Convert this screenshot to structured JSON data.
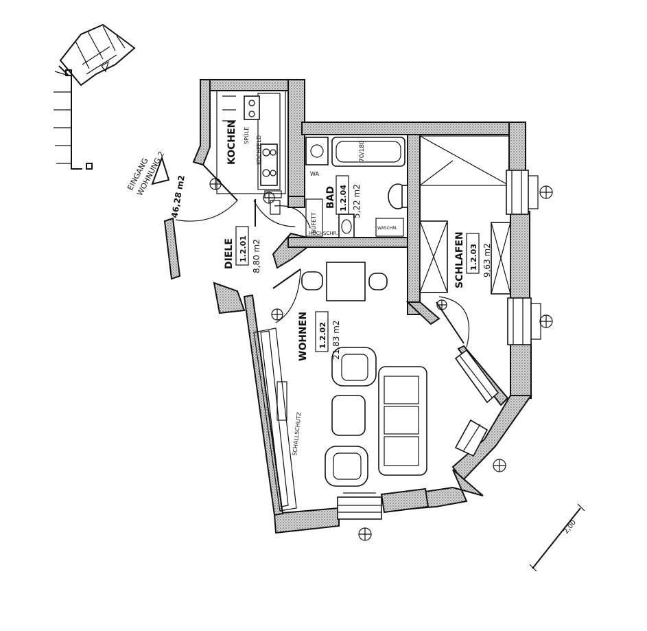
{
  "entrance": {
    "line1": "EINGANG",
    "line2": "WOHNUNG 2"
  },
  "stair_area": "46,28 m2",
  "rooms": [
    {
      "key": "kochen",
      "name": "KOCHEN"
    },
    {
      "key": "diele",
      "name": "DIELE",
      "number": "1.2.01",
      "area": "8,80 m2"
    },
    {
      "key": "bad",
      "name": "BAD",
      "number": "1.2.04",
      "area": "5,22 m2"
    },
    {
      "key": "wohnen",
      "name": "WOHNEN",
      "number": "1.2.02",
      "area": "21,83 m2"
    },
    {
      "key": "schlafen",
      "name": "SCHLAFEN",
      "number": "1.2.03",
      "area": "9,63 m2"
    }
  ],
  "annotations": {
    "spuele": "SPÜLE",
    "kochfeld": "KOCHFELD",
    "wa": "WA",
    "wanne": "70/180",
    "buefett": "BÜFETT",
    "hochschrank": "HOCHSCHR.",
    "waschm": "WASCHM.",
    "schallschutz": "SCHALLSCHUTZ",
    "dimension": "2,00"
  }
}
